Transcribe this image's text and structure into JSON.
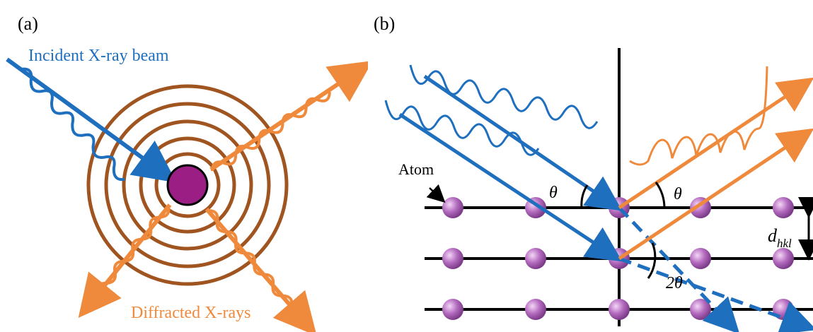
{
  "panel_a": {
    "label": "(a)",
    "incident_label": "Incident X-ray beam",
    "diffracted_label": "Diffracted X-rays"
  },
  "panel_b": {
    "label": "(b)",
    "atom_label": "Atom",
    "theta_left": "θ",
    "theta_right": "θ",
    "two_theta": "2θ",
    "d_main": "d",
    "d_sub": "hkl"
  },
  "colors": {
    "incident": "#1f6fbf",
    "diffracted": "#ef8a3c",
    "rings": "#a0541f",
    "atom_center": "#9a1e83",
    "atom_lattice": "#b46bbf",
    "lines": "#000000"
  }
}
